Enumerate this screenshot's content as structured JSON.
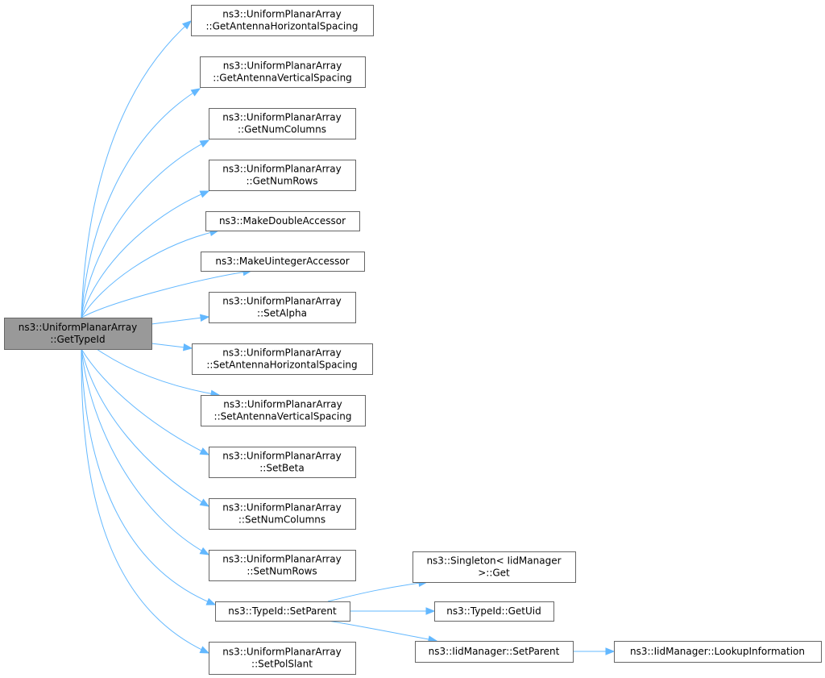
{
  "diagram": {
    "root": "get-type-id",
    "nodes": [
      {
        "id": "get-type-id",
        "lines": [
          "ns3::UniformPlanarArray",
          "::GetTypeId"
        ]
      },
      {
        "id": "get-antenna-horizontal-spacing",
        "lines": [
          "ns3::UniformPlanarArray",
          "::GetAntennaHorizontalSpacing"
        ]
      },
      {
        "id": "get-antenna-vertical-spacing",
        "lines": [
          "ns3::UniformPlanarArray",
          "::GetAntennaVerticalSpacing"
        ]
      },
      {
        "id": "get-num-columns",
        "lines": [
          "ns3::UniformPlanarArray",
          "::GetNumColumns"
        ]
      },
      {
        "id": "get-num-rows",
        "lines": [
          "ns3::UniformPlanarArray",
          "::GetNumRows"
        ]
      },
      {
        "id": "make-double-accessor",
        "lines": [
          "ns3::MakeDoubleAccessor"
        ]
      },
      {
        "id": "make-uinteger-accessor",
        "lines": [
          "ns3::MakeUintegerAccessor"
        ]
      },
      {
        "id": "set-alpha",
        "lines": [
          "ns3::UniformPlanarArray",
          "::SetAlpha"
        ]
      },
      {
        "id": "set-antenna-horizontal-spacing",
        "lines": [
          "ns3::UniformPlanarArray",
          "::SetAntennaHorizontalSpacing"
        ]
      },
      {
        "id": "set-antenna-vertical-spacing",
        "lines": [
          "ns3::UniformPlanarArray",
          "::SetAntennaVerticalSpacing"
        ]
      },
      {
        "id": "set-beta",
        "lines": [
          "ns3::UniformPlanarArray",
          "::SetBeta"
        ]
      },
      {
        "id": "set-num-columns",
        "lines": [
          "ns3::UniformPlanarArray",
          "::SetNumColumns"
        ]
      },
      {
        "id": "set-num-rows",
        "lines": [
          "ns3::UniformPlanarArray",
          "::SetNumRows"
        ]
      },
      {
        "id": "typeid-set-parent",
        "lines": [
          "ns3::TypeId::SetParent"
        ]
      },
      {
        "id": "set-pol-slant",
        "lines": [
          "ns3::UniformPlanarArray",
          "::SetPolSlant"
        ]
      },
      {
        "id": "singleton-get",
        "lines": [
          "ns3::Singleton< IidManager",
          ">::Get"
        ]
      },
      {
        "id": "typeid-get-uid",
        "lines": [
          "ns3::TypeId::GetUid"
        ]
      },
      {
        "id": "iidmanager-set-parent",
        "lines": [
          "ns3::IidManager::SetParent"
        ]
      },
      {
        "id": "iidmanager-lookup-information",
        "lines": [
          "ns3::IidManager::LookupInformation"
        ]
      }
    ],
    "edges": [
      {
        "from": "get-type-id",
        "to": "get-antenna-horizontal-spacing"
      },
      {
        "from": "get-type-id",
        "to": "get-antenna-vertical-spacing"
      },
      {
        "from": "get-type-id",
        "to": "get-num-columns"
      },
      {
        "from": "get-type-id",
        "to": "get-num-rows"
      },
      {
        "from": "get-type-id",
        "to": "make-double-accessor"
      },
      {
        "from": "get-type-id",
        "to": "make-uinteger-accessor"
      },
      {
        "from": "get-type-id",
        "to": "set-alpha"
      },
      {
        "from": "get-type-id",
        "to": "set-antenna-horizontal-spacing"
      },
      {
        "from": "get-type-id",
        "to": "set-antenna-vertical-spacing"
      },
      {
        "from": "get-type-id",
        "to": "set-beta"
      },
      {
        "from": "get-type-id",
        "to": "set-num-columns"
      },
      {
        "from": "get-type-id",
        "to": "set-num-rows"
      },
      {
        "from": "get-type-id",
        "to": "typeid-set-parent"
      },
      {
        "from": "get-type-id",
        "to": "set-pol-slant"
      },
      {
        "from": "typeid-set-parent",
        "to": "singleton-get"
      },
      {
        "from": "typeid-set-parent",
        "to": "typeid-get-uid"
      },
      {
        "from": "typeid-set-parent",
        "to": "iidmanager-set-parent"
      },
      {
        "from": "iidmanager-set-parent",
        "to": "iidmanager-lookup-information"
      }
    ],
    "colors": {
      "root_fill": "#999999",
      "node_fill": "#ffffff",
      "node_border": "#666666",
      "edge": "#63b8ff",
      "text": "#000000"
    }
  }
}
